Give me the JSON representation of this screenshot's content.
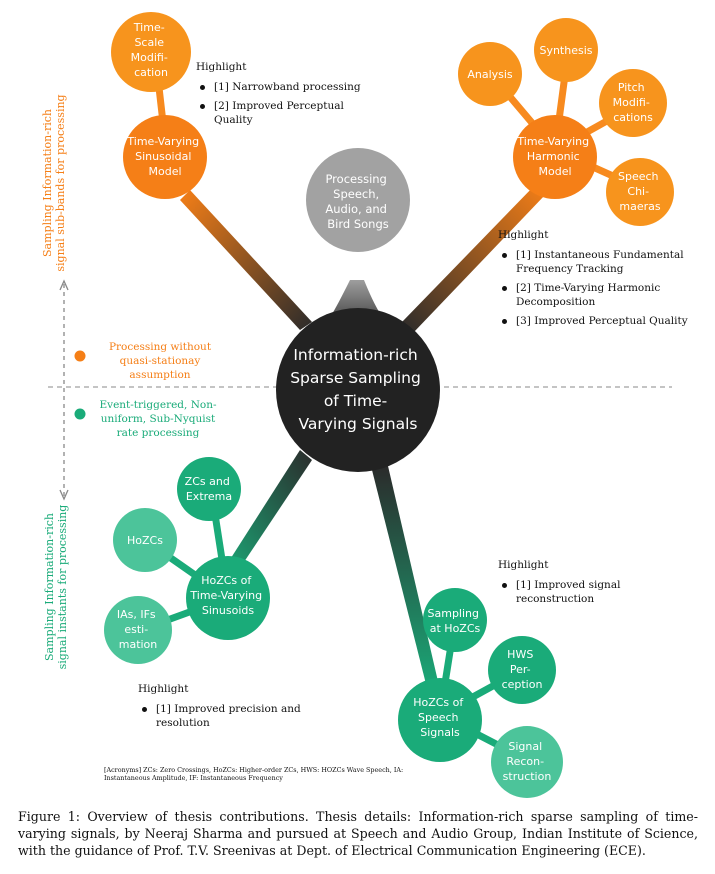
{
  "colors": {
    "orange": "#f7941d",
    "orange_dark": "#f57f17",
    "green": "#1aab79",
    "green_light": "#4cc49a",
    "gray": "#9e9e9e",
    "center": "#222222"
  },
  "center_node": {
    "lines": [
      "Information-rich",
      "Sparse Sampling",
      "of Time-",
      "Varying Signals"
    ]
  },
  "top_node": {
    "lines": [
      "Processing",
      "Speech,",
      "Audio, and",
      "Bird Songs"
    ]
  },
  "tvsm": {
    "main": [
      "Time-Varying",
      "Sinusoidal",
      "Model"
    ],
    "child": [
      "Time-",
      "Scale",
      "Modifi-",
      "cation"
    ],
    "highlight_title": "Highlight",
    "highlights": [
      "[1] Narrowband processing",
      "[2] Improved Perceptual Quality"
    ]
  },
  "tvhm": {
    "main": [
      "Time-Varying",
      "Harmonic",
      "Model"
    ],
    "children": [
      [
        "Analysis"
      ],
      [
        "Synthesis"
      ],
      [
        "Pitch",
        "Modifi-",
        "cations"
      ],
      [
        "Speech",
        "Chi-",
        "maeras"
      ]
    ],
    "highlight_title": "Highlight",
    "highlights": [
      "[1] Instantaneous Fundamental Frequency Tracking",
      "[2] Time-Varying Harmonic Decomposition",
      "[3] Improved Perceptual Quality"
    ]
  },
  "hozcs_sin": {
    "main": [
      "HoZCs of",
      "Time-Varying",
      "Sinusoids"
    ],
    "children": [
      [
        "ZCs and",
        "Extrema"
      ],
      [
        "HoZCs"
      ],
      [
        "IAs, IFs",
        "esti-",
        "mation"
      ]
    ],
    "highlight_title": "Highlight",
    "highlights": [
      "[1] Improved precision and resolution"
    ]
  },
  "hozcs_speech": {
    "main": [
      "HoZCs of",
      "Speech",
      "Signals"
    ],
    "children": [
      [
        "Sampling",
        "at HoZCs"
      ],
      [
        "HWS",
        "Per-",
        "ception"
      ],
      [
        "Signal",
        "Recon-",
        "struction"
      ]
    ],
    "highlight_title": "Highlight",
    "highlights": [
      "[1] Improved signal reconstruction"
    ]
  },
  "side": {
    "top_label": "Sampling Information-rich signal sub-bands for processing",
    "bottom_label": "Sampling Information-rich signal instants for processing",
    "legend_orange": "Processing without quasi-stationay assumption",
    "legend_green": "Event-triggered, Non-uniform, Sub-Nyquist rate processing"
  },
  "acronyms": "[Acronyms] ZCs: Zero Crossings, HoZCs: Higher-order ZCs, HWS: HOZCs Wave Speech, IA: Instantaneous Amplitude, IF: Instantaneous Frequency",
  "caption": "Figure 1: Overview of thesis contributions. Thesis details: Information-rich sparse sampling of time-varying signals, by Neeraj Sharma and pursued at Speech and Audio Group, Indian Institute of Science, with the guidance of Prof. T.V. Sreenivas at Dept. of Electrical Communication Engineering (ECE)."
}
